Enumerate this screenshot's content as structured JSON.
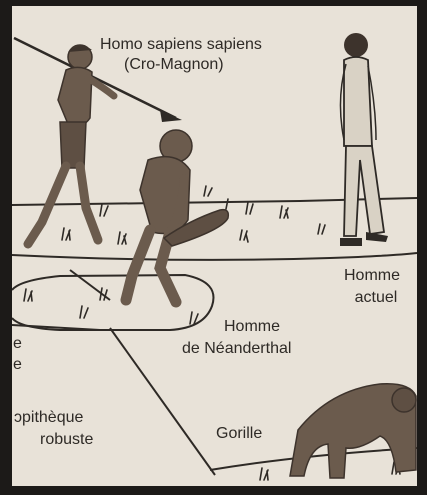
{
  "labels": {
    "homo_sapiens_line1": "Homo sapiens sapiens",
    "homo_sapiens_line2": "(Cro-Magnon)",
    "homme_actuel_line1": "Homme",
    "homme_actuel_line2": "actuel",
    "neanderthal_line1": "Homme",
    "neanderthal_line2": "de Néanderthal",
    "robuste_line1": "ɔpithèque",
    "robuste_line2": "robuste",
    "left_fragment_1": "e",
    "left_fragment_2": "e",
    "gorille": "Gorille"
  },
  "colors": {
    "paper": "#e8e2d8",
    "ink": "#2e2a26",
    "figure": "#6b5b4d",
    "figure_dark": "#3d332c",
    "jacket": "#d9d2c5",
    "frame": "#1c1a18"
  },
  "icons": [
    "spear-icon",
    "club-icon",
    "grass-icon"
  ]
}
